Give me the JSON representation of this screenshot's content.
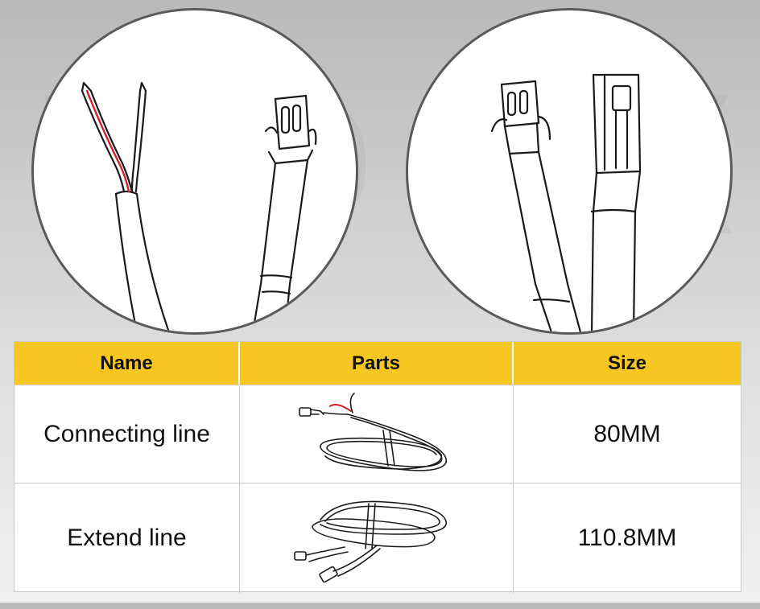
{
  "table": {
    "headers": {
      "name": "Name",
      "parts": "Parts",
      "size": "Size"
    },
    "rows": [
      {
        "name": "Connecting line",
        "parts_image": "connecting-cable-coil",
        "size": "80MM"
      },
      {
        "name": "Extend line",
        "parts_image": "extension-cable-coil",
        "size": "110.8MM"
      }
    ]
  },
  "watermark": "NORX",
  "colors": {
    "header_bg": "#f6c723",
    "wire_red": "#d3202a",
    "outline": "#1a1a1a"
  }
}
